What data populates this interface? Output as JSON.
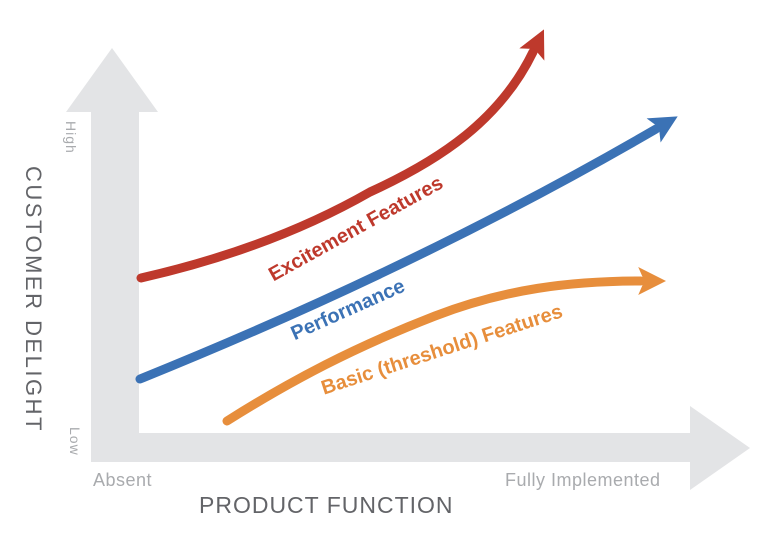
{
  "axes": {
    "y_title": "CUSTOMER DELIGHT",
    "x_title": "PRODUCT FUNCTION",
    "y_max_label": "High",
    "y_min_label": "Low",
    "x_min_label": "Absent",
    "x_max_label": "Fully Implemented",
    "arrow_color": "#E3E4E6",
    "title_color": "#636468",
    "tick_color": "#A9ABAE"
  },
  "chart_data": {
    "type": "line",
    "title": "",
    "xlabel": "PRODUCT FUNCTION",
    "ylabel": "CUSTOMER DELIGHT",
    "x_axis": {
      "numeric": false,
      "min_label": "Absent",
      "max_label": "Fully Implemented",
      "axis_style": "thick gray arrow"
    },
    "y_axis": {
      "numeric": false,
      "min_label": "Low",
      "max_label": "High",
      "axis_style": "thick gray arrow"
    },
    "legend": "labels drawn along curves",
    "grid": false,
    "series": [
      {
        "name": "Excitement Features",
        "color": "#BE392C",
        "shape": "exponential rising (concave up), ends in arrowhead",
        "x_norm": [
          0.0,
          0.21,
          0.4,
          0.55,
          0.69,
          0.77
        ],
        "y_norm": [
          0.41,
          0.47,
          0.59,
          0.69,
          0.83,
          1.0
        ]
      },
      {
        "name": "Performance",
        "color": "#3B72B5",
        "shape": "straight rising line, ends in arrowhead",
        "x_norm": [
          0.0,
          0.28,
          0.55,
          0.8,
          1.0
        ],
        "y_norm": [
          0.15,
          0.3,
          0.48,
          0.65,
          0.81
        ]
      },
      {
        "name": "Basic (threshold) Features",
        "color": "#E78E3C",
        "shape": "logarithmic rising (concave down), saturating, ends in arrowhead",
        "x_norm": [
          0.17,
          0.3,
          0.5,
          0.69,
          0.84,
          1.0
        ],
        "y_norm": [
          0.05,
          0.15,
          0.27,
          0.36,
          0.4,
          0.4
        ]
      }
    ]
  }
}
